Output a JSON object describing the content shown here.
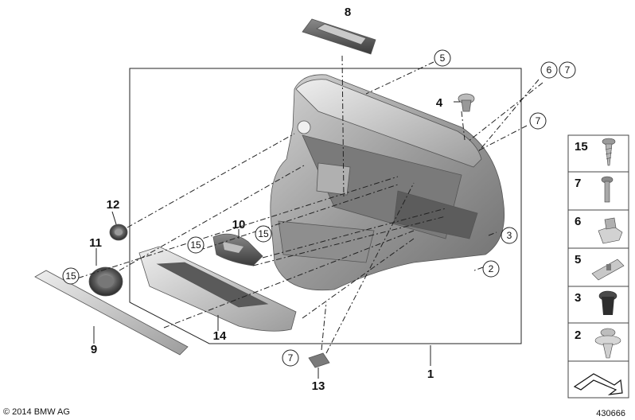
{
  "callouts": {
    "n1": "1",
    "n2": "2",
    "n3": "3",
    "n4": "4",
    "n5": "5",
    "n6": "6",
    "n7": "7",
    "n8": "8",
    "n9": "9",
    "n10": "10",
    "n11": "11",
    "n12": "12",
    "n13": "13",
    "n14": "14",
    "n15": "15"
  },
  "legend": {
    "items": [
      "15",
      "7",
      "6",
      "5",
      "3",
      "2"
    ],
    "icon_names": [
      "screw-icon",
      "bolt-icon",
      "clip-nut-icon",
      "plastic-clip-icon",
      "grommet-icon",
      "expanding-rivet-icon",
      "fastener-set-icon"
    ]
  },
  "footer": {
    "copyright": "© 2014 BMW AG",
    "diagram_id": "430666"
  }
}
